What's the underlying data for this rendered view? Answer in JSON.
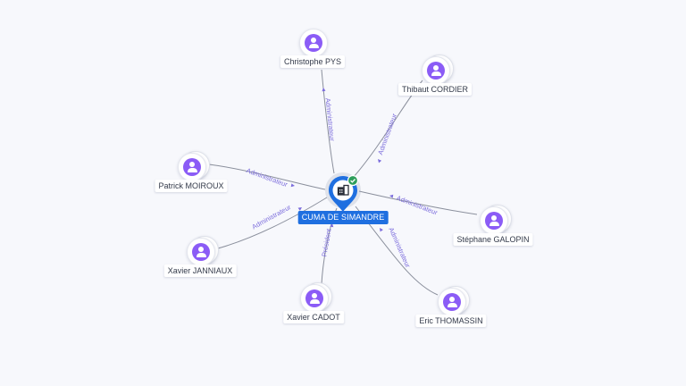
{
  "company": {
    "name": "CUMA DE SIMANDRE",
    "icon": "building-icon",
    "badge": "verified-check-icon",
    "color": "#1f6fe0",
    "badge_color": "#2e9e5b"
  },
  "person_icon": "person-icon",
  "accent_color": "#8b5cf6",
  "people": [
    {
      "id": "christophe-pys",
      "name": "Christophe PYS",
      "role": "Administrateur",
      "stacked": false
    },
    {
      "id": "thibaut-cordier",
      "name": "Thibaut CORDIER",
      "role": "Administrateur",
      "stacked": true
    },
    {
      "id": "patrick-moiroux",
      "name": "Patrick MOIROUX",
      "role": "Administrateur",
      "stacked": true
    },
    {
      "id": "stephane-galopin",
      "name": "Stéphane GALOPIN",
      "role": "Administrateur",
      "stacked": true
    },
    {
      "id": "xavier-janniaux",
      "name": "Xavier JANNIAUX",
      "role": "Administrateur",
      "stacked": true
    },
    {
      "id": "xavier-cadot",
      "name": "Xavier CADOT",
      "role": "Président",
      "stacked": true
    },
    {
      "id": "eric-thomassin",
      "name": "Eric THOMASSIN",
      "role": "Administrateur",
      "stacked": true
    }
  ]
}
